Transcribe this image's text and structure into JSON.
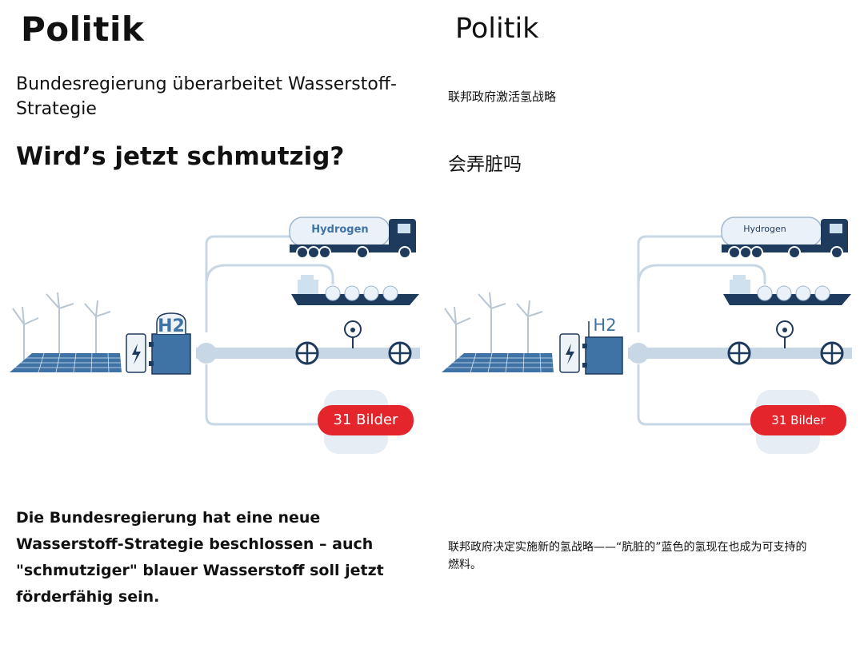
{
  "left": {
    "kicker": "Politik",
    "subheadline": "Bundesregierung überarbeitet Wasserstoff-Strategie",
    "headline": "Wird’s jetzt schmutzig?",
    "image": {
      "truck_label": "Hydrogen",
      "h2_label": "H2",
      "gallery_badge": "31 Bilder"
    },
    "lead": "Die Bundesregierung hat eine neue Wasserstoff-Strategie beschlossen – auch \"schmutziger\" blauer Wasserstoff soll jetzt förderfähig sein."
  },
  "right": {
    "kicker": "Politik",
    "subheadline": "联邦政府激活氢战略",
    "headline": "会弄脏吗",
    "image": {
      "truck_label": "Hydrogen",
      "h2_label": "H2",
      "gallery_badge": "31 Bilder"
    },
    "lead": "联邦政府决定实施新的氢战略——“肮脏的”蓝色的氢现在也成为可支持的燃料。"
  },
  "colors": {
    "badge": "#e4252b",
    "pipe": "#c7d7e6",
    "navy": "#1e3a5c",
    "blue": "#3f73a6"
  }
}
